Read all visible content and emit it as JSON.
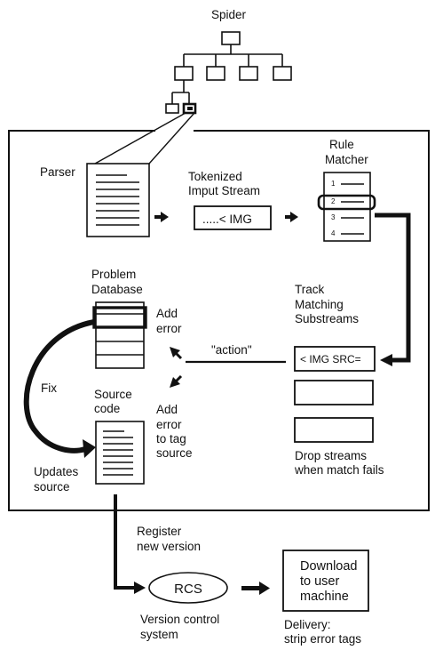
{
  "spider": {
    "label": "Spider"
  },
  "parser": {
    "label": "Parser"
  },
  "token_stream": {
    "label": "Tokenized Imput Stream",
    "line1": "Tokenized",
    "line2": "Imput Stream",
    "content": ".....< IMG"
  },
  "rule_matcher": {
    "line1": "Rule",
    "line2": "Matcher",
    "rows": [
      "1",
      "2",
      "3",
      "4"
    ]
  },
  "track": {
    "line1": "Track",
    "line2": "Matching",
    "line3": "Substreams",
    "stream_content": "< IMG SRC="
  },
  "action_label": "\"action\"",
  "problem_db": {
    "line1": "Problem",
    "line2": "Database"
  },
  "add_error": {
    "line1": "Add",
    "line2": "error"
  },
  "add_error_tag": {
    "line1": "Add",
    "line2": "error",
    "line3": "to tag",
    "line4": "source"
  },
  "fix_label": "Fix",
  "source_code": {
    "line1": "Source",
    "line2": "code"
  },
  "updates_source": {
    "line1": "Updates",
    "line2": "source"
  },
  "drop_streams": {
    "line1": "Drop streams",
    "line2": "when match fails"
  },
  "register": {
    "line1": "Register",
    "line2": "new version"
  },
  "rcs": {
    "label": "RCS",
    "caption_line1": "Version control",
    "caption_line2": "system"
  },
  "download": {
    "line1": "Download",
    "line2": "to user",
    "line3": "machine"
  },
  "delivery": {
    "line1": "Delivery:",
    "line2": "strip error tags"
  },
  "colors": {
    "ink": "#111111",
    "background": "#ffffff"
  }
}
